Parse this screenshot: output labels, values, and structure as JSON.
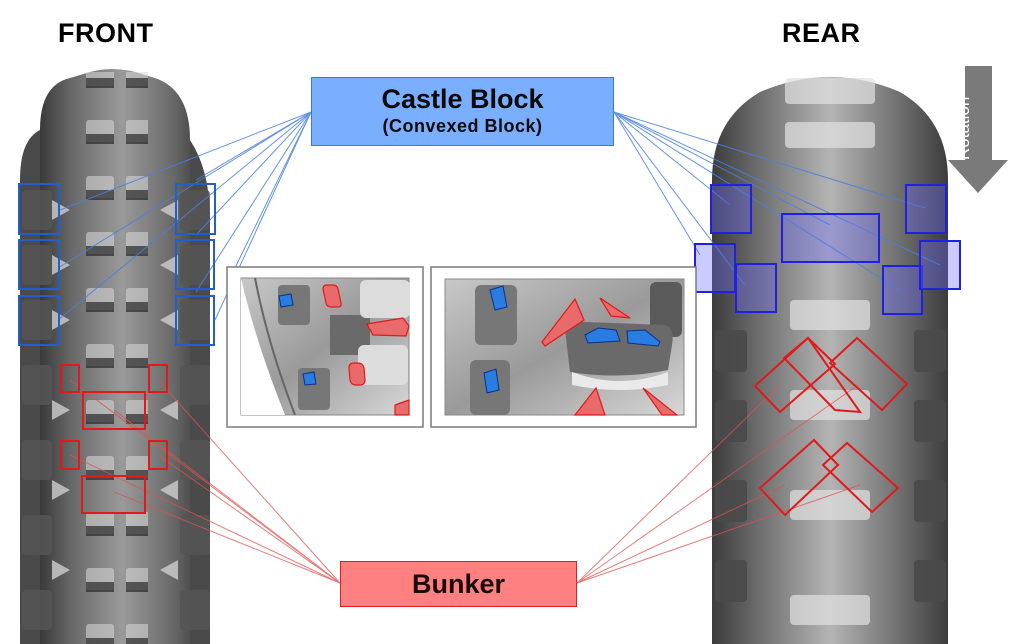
{
  "labels": {
    "front": "FRONT",
    "rear": "REAR",
    "castle_block_title": "Castle Block",
    "castle_block_subtitle": "(Convexed  Block)",
    "bunker": "Bunker",
    "rotation": "Rotation"
  },
  "colors": {
    "castle_fill": "#7aaeff",
    "castle_line": "#3a78e0",
    "bunker_fill": "#ff8080",
    "bunker_line": "#e02020",
    "rear_highlight": "#6a6aff",
    "arrow": "#7a7a7a"
  },
  "insets": [
    {
      "name": "detail-inset-front",
      "description": "front tire close-up"
    },
    {
      "name": "detail-inset-rear",
      "description": "rear tire close-up"
    }
  ],
  "icons": {
    "rotation_arrow": "down-arrow-icon"
  }
}
